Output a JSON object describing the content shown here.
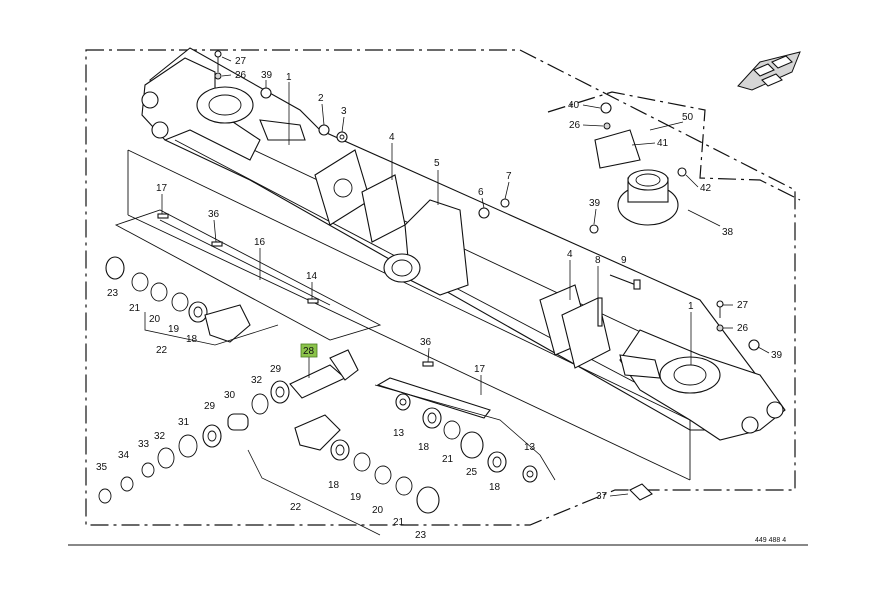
{
  "callouts": {
    "c27a": "27",
    "c26a": "26",
    "c39a": "39",
    "c1a": "1",
    "c2": "2",
    "c3": "3",
    "c4a": "4",
    "c5": "5",
    "c6": "6",
    "c7": "7",
    "c17a": "17",
    "c36a": "36",
    "c16": "16",
    "c14": "14",
    "c23a": "23",
    "c21a": "21",
    "c20a": "20",
    "c19a": "19",
    "c18a": "18",
    "c22a": "22",
    "c28": "28",
    "c32a": "32",
    "c29a": "29",
    "c30": "30",
    "c29b": "29",
    "c31": "31",
    "c32b": "32",
    "c33": "33",
    "c34": "34",
    "c35": "35",
    "c36b": "36",
    "c17b": "17",
    "c13a": "13",
    "c18b": "18",
    "c21b": "21",
    "c25": "25",
    "c13b": "13",
    "c18c": "18",
    "c18d": "18",
    "c19b": "19",
    "c20b": "20",
    "c21c": "21",
    "c22b": "22",
    "c23b": "23",
    "c40": "40",
    "c26b": "26",
    "c41": "41",
    "c50": "50",
    "c42": "42",
    "c39b": "39",
    "c38": "38",
    "c4b": "4",
    "c8": "8",
    "c9": "9",
    "c1b": "1",
    "c27b": "27",
    "c26c": "26",
    "c39c": "39",
    "c37": "37"
  },
  "drawing_ref": "449 488 4",
  "colors": {
    "highlight": "#8bc34a",
    "line": "#111111"
  }
}
